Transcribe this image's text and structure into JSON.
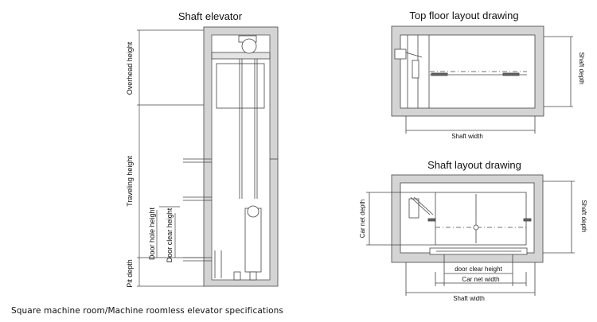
{
  "titles": {
    "shaft_elevator": "Shaft elevator",
    "top_floor": "Top floor layout drawing",
    "shaft_layout": "Shaft layout drawing"
  },
  "labels": {
    "overhead_height": "Overhead height",
    "traveling_height": "Traveling height",
    "door_hole_height": "Door hole height",
    "door_clear_height": "Door clear height",
    "pit_depth": "Pit depth",
    "shaft_depth": "Shaft depth",
    "shaft_width": "Shaft width",
    "car_net_depth": "Car net depth",
    "door_clear_height_lower": "door clear height",
    "car_net_width": "Car net  width"
  },
  "caption": "Square machine room/Machine roomless elevator specifications"
}
